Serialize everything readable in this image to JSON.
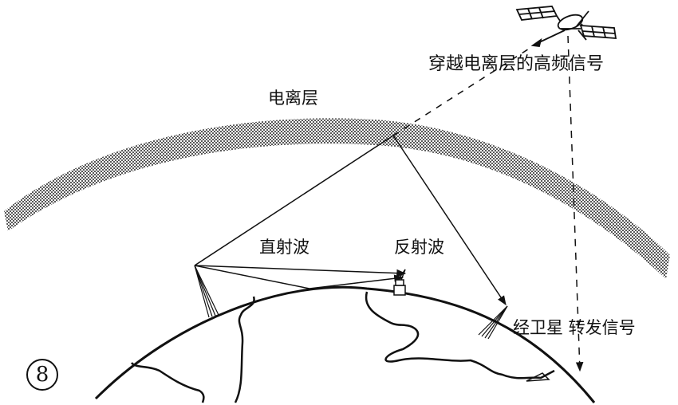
{
  "figure": {
    "number": "8",
    "labels": {
      "ionosphere": "电离层",
      "high_freq_signal": "穿越电离层的高频信号",
      "direct_wave": "直射波",
      "reflected_wave": "反射波",
      "satellite_relay": "经卫星 转发信号"
    },
    "elements": {
      "satellite": "satellite-icon",
      "transmitter": "transmit-antenna-icon",
      "receiver": "receiver-tower-icon",
      "earth": "earth-arc",
      "ionosphere_band": "dotted-band"
    },
    "colors": {
      "line": "#111111",
      "band_dot": "#222222",
      "background": "#ffffff"
    }
  }
}
